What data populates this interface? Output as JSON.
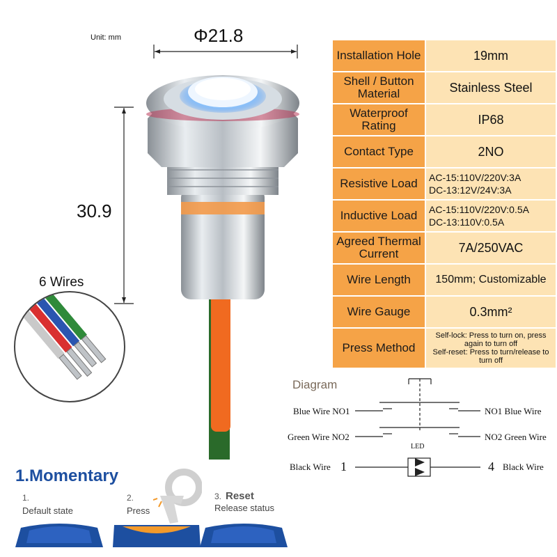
{
  "unit_label": "Unit: mm",
  "diameter_label": "Φ21.8",
  "height_label": "30.9",
  "wires_label": "6 Wires",
  "specs": [
    {
      "key": "Installation Hole",
      "value": "19mm"
    },
    {
      "key": "Shell / Button Material",
      "value": "Stainless Steel"
    },
    {
      "key": "Waterproof Rating",
      "value": "IP68"
    },
    {
      "key": "Contact Type",
      "value": "2NO"
    },
    {
      "key": "Resistive Load",
      "value_lines": [
        "AC-15:110V/220V:3A",
        "DC-13:12V/24V:3A"
      ]
    },
    {
      "key": "Inductive Load",
      "value_lines": [
        "AC-15:110V/220V:0.5A",
        "DC-13:110V:0.5A"
      ]
    },
    {
      "key": "Agreed Thermal Current",
      "value": "7A/250VAC"
    },
    {
      "key": "Wire Length",
      "value": "150mm; Customizable"
    },
    {
      "key": "Wire Gauge",
      "value": "0.3mm²"
    },
    {
      "key": "Press Method",
      "value_lines": [
        "Self-lock: Press to turn on, press again to turn off",
        "Self-reset: Press to turn/release to turn off"
      ]
    }
  ],
  "diagram": {
    "title": "Diagram",
    "blue_left": "Blue Wire NO1",
    "blue_right": "NO1 Blue Wire",
    "green_left": "Green Wire NO2",
    "green_right": "NO2 Green Wire",
    "led": "LED",
    "black_left": "Black Wire",
    "black_right": "Black Wire",
    "pin_left": "1",
    "pin_right": "4"
  },
  "momentary": {
    "title": "1.Momentary",
    "steps": [
      {
        "num": "1.",
        "label": "Default state"
      },
      {
        "num": "2.",
        "label": "Press"
      },
      {
        "num": "3.",
        "bold": "Reset",
        "label": "Release status"
      }
    ]
  },
  "colors": {
    "key_bg": "#f5a347",
    "value_bg": "#fde3b4",
    "momentary_title": "#1d4fa0",
    "button_blue": "#1d4fa0",
    "button_orange": "#f39a2b"
  }
}
